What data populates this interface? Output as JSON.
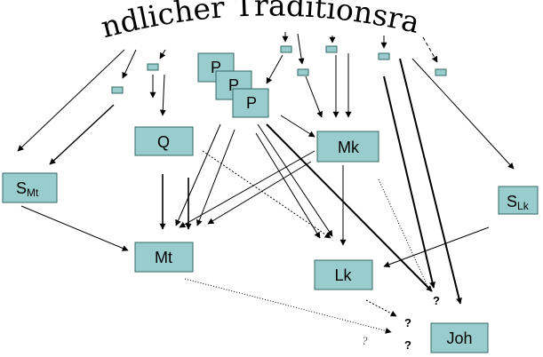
{
  "title": "Mündlicher Traditionsraum",
  "colors": {
    "box_fill": "#99CCCC",
    "box_stroke": "#336666",
    "line": "#000000"
  },
  "boxes": {
    "p1": "P",
    "p2": "P",
    "p3": "P",
    "q": "Q",
    "mk": "Mk",
    "s_mt_main": "S",
    "s_mt_sub": "Mt",
    "s_lk_main": "S",
    "s_lk_sub": "Lk",
    "mt": "Mt",
    "lk": "Lk",
    "joh": "Joh"
  },
  "question_marks": {
    "q1": "?",
    "q2": "?",
    "q3": "?",
    "q4": "?"
  }
}
